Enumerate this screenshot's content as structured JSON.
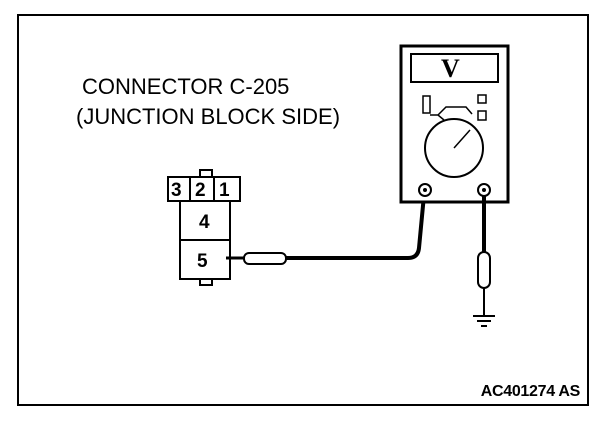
{
  "diagram": {
    "title_line1": "CONNECTOR C-205",
    "title_line2": "(JUNCTION BLOCK SIDE)",
    "figure_id": "AC401274 AS",
    "meter_display": "V",
    "connector_pins": {
      "pin1": "1",
      "pin2": "2",
      "pin3": "3",
      "pin4": "4",
      "pin5": "5"
    }
  }
}
